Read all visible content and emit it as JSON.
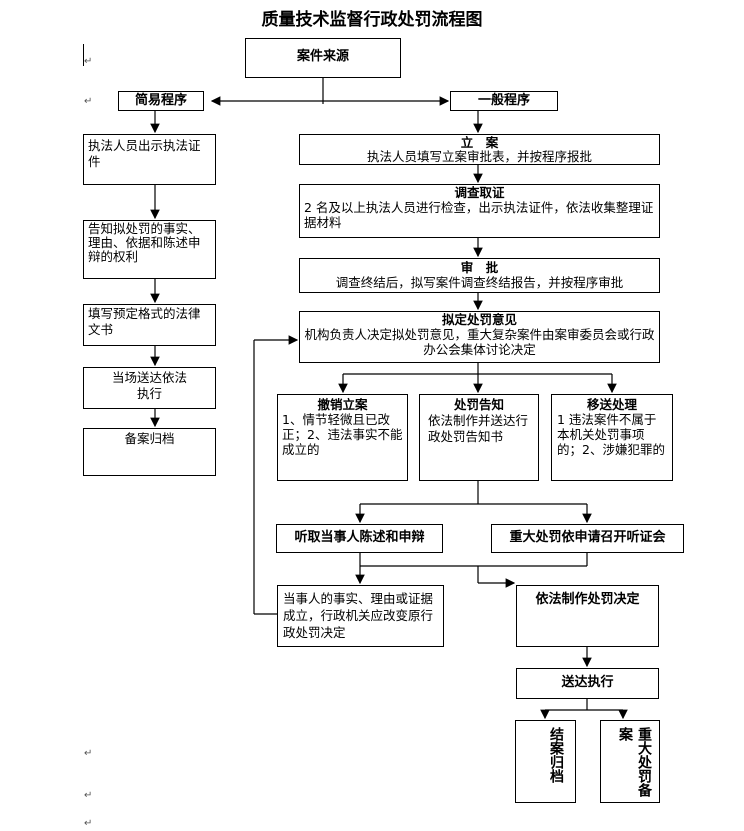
{
  "title": "质量技术监督行政处罚流程图",
  "nodes": {
    "source": "案件来源",
    "simple": "简易程序",
    "general": "一般程序",
    "s1": "执法人员出示执法证件",
    "s2": "告知拟处罚的事实、理由、依据和陈述申辩的权利",
    "s3": "填写预定格式的法律文书",
    "s4": "当场送达依法执行",
    "s5": "备案归档",
    "lian_title": "立　案",
    "lian_text": "执法人员填写立案审批表，并按程序报批",
    "diaocha_title": "调查取证",
    "diaocha_text": "2 名及以上执法人员进行检查，出示执法证件，依法收集整理证据材料",
    "shenpi_title": "审　批",
    "shenpi_text": "调查终结后，拟写案件调查终结报告，并按程序审批",
    "niding_title": "拟定处罚意见",
    "niding_text": "机构负责人决定拟处罚意见，重大复杂案件由案审委员会或行政办公会集体讨论决定",
    "chexiao_title": "撤销立案",
    "chexiao_text": "1、情节轻微且已改正；2、违法事实不能成立的",
    "gaozhi_title": "处罚告知",
    "gaozhi_text": "依法制作并送达行政处罚告知书",
    "yisong_title": "移送处理",
    "yisong_text": "1 违法案件不属于本机关处罚事项的；2、涉嫌犯罪的",
    "tingqu": "听取当事人陈述和申辩",
    "tingzheng": "重大处罚依申请召开听证会",
    "chengli": "当事人的事实、理由或证据成立，行政机关应改变原行政处罚决定",
    "jueding": "依法制作处罚决定",
    "songda": "送达执行",
    "jiean": "结案归档",
    "beian": "重大处罚备案"
  }
}
